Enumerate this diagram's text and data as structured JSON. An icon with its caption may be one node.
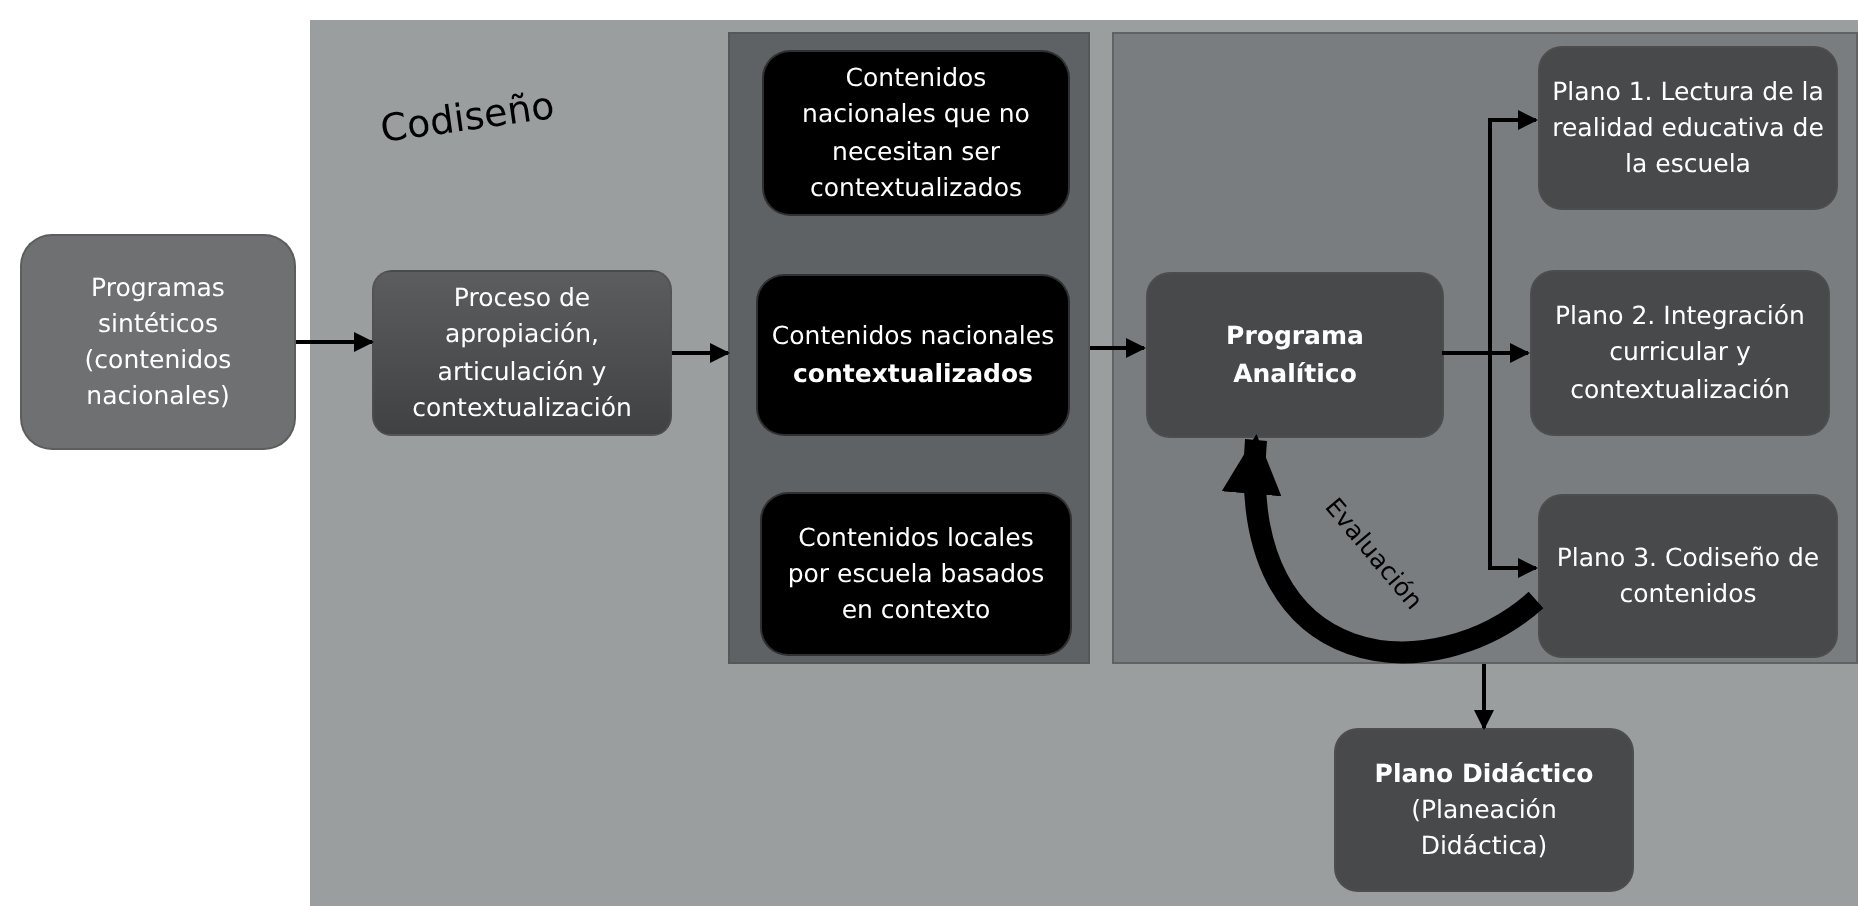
{
  "diagram": {
    "nodes": [
      {
        "text": [
          "Programas sintéticos (contenidos nacionales)"
        ]
      },
      {
        "text": [
          "Codiseño"
        ]
      },
      {
        "text": [
          "Proceso de apropiación, articulación y contextualización"
        ],
        "in": 1
      },
      {
        "text": [],
        "shape": "box",
        "in": 1
      },
      {
        "text": [
          "Contenidos nacionales que no necesitan ser contextualizados"
        ],
        "in": 3
      },
      {
        "text": [
          "Contenidos nacionales **contextualizados**"
        ],
        "in": 3
      },
      {
        "text": [
          "Contenidos locales por escuela basados en contexto"
        ],
        "in": 3
      },
      {
        "text": [],
        "shape": "box",
        "in": 1
      },
      {
        "text": [
          "Programa Analítico"
        ],
        "in": 7
      },
      {
        "text": [
          "Plano 1. Lectura de la realidad educativa de la escuela"
        ],
        "in": 7
      },
      {
        "text": [
          "Plano 2. Integración curricular y contextualización"
        ],
        "in": 7
      },
      {
        "text": [
          "Plano 3. Codiseño de contenidos"
        ],
        "in": 7
      },
      {
        "text": [
          "Plano Didáctico",
          "(Planeación Didáctica)"
        ],
        "in": 1
      }
    ],
    "edges": [
      {
        "from": 0,
        "to": 2,
        "arrow": "to"
      },
      {
        "from": 2,
        "to": 3,
        "arrow": "to"
      },
      {
        "from": 3,
        "to": 8,
        "arrow": "to"
      },
      {
        "from": 8,
        "to": 9,
        "arrow": "to"
      },
      {
        "from": 8,
        "to": 10,
        "arrow": "to"
      },
      {
        "from": 8,
        "to": 11,
        "arrow": "to"
      },
      {
        "from": 11,
        "to": 8,
        "arrow": "to",
        "label": "Evaluación",
        "style": "thick"
      },
      {
        "from": 7,
        "to": 12,
        "arrow": "to"
      }
    ]
  }
}
